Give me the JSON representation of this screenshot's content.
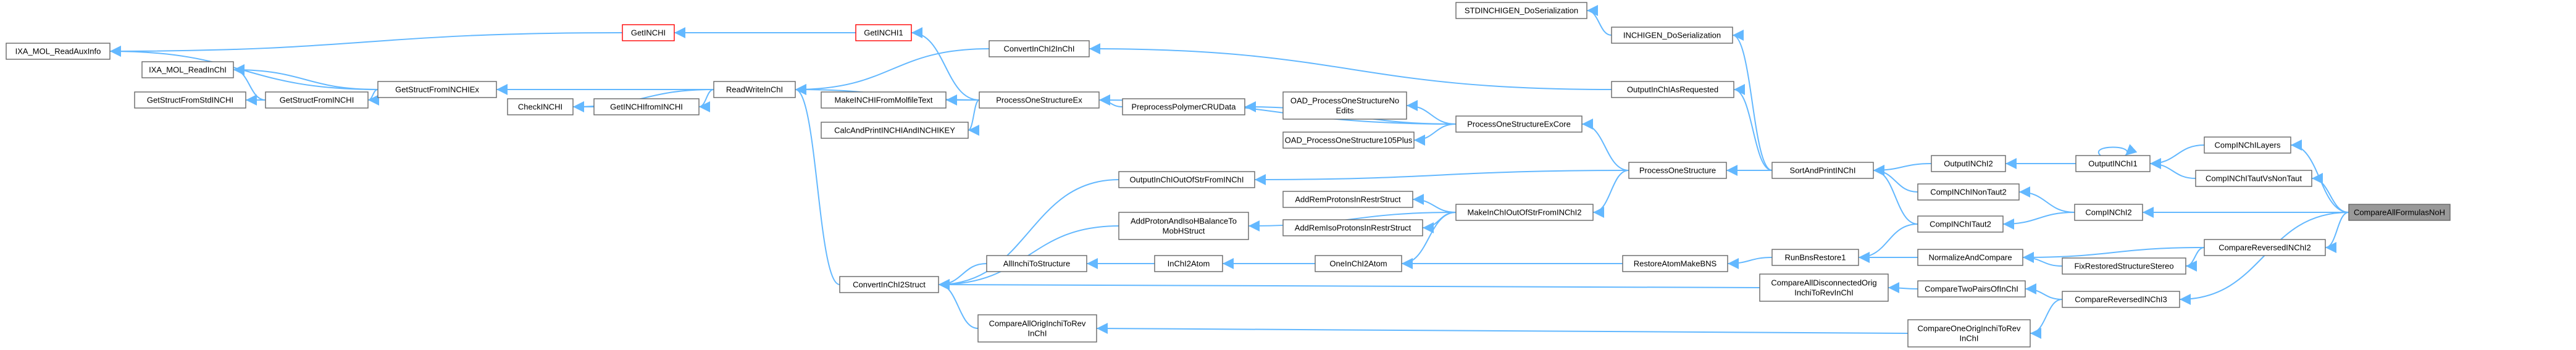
{
  "graph": {
    "title": "",
    "colors": {
      "edge": "#63b8ff",
      "node_border": "#666666",
      "node_fill": "#ffffff",
      "highlight_border": "#ff0000",
      "root_fill": "#999999"
    },
    "nodes": {
      "n_ixa_readaux": "IXA_MOL_ReadAuxInfo",
      "n_ixa_readinchi": "IXA_MOL_ReadInChI",
      "n_gsfsi": "GetStructFromStdINCHI",
      "n_gsfi": "GetStructFromINCHI",
      "n_gsfiex": "GetStructFromINCHIEx",
      "n_getinchi": "GetINCHI",
      "n_getinchi1": "GetINCHI1",
      "n_checkinchi": "CheckINCHI",
      "n_getinchifrominchi": "GetINCHIfromINCHI",
      "n_readwrite": "ReadWriteInChI",
      "n_convinchi": "ConvertInChI2InChI",
      "n_makefrommol": "MakeINCHIFromMolfileText",
      "n_calcandprint": "CalcAndPrintINCHIAndINCHIKEY",
      "n_pose": "ProcessOneStructureEx",
      "n_prepoly": "PreprocessPolymerCRUData",
      "n_oadnoedits": [
        "OAD_ProcessOneStructureNo",
        "Edits"
      ],
      "n_oad105": "OAD_ProcessOneStructure105Plus",
      "n_posecore": "ProcessOneStructureExCore",
      "n_stddoser": "STDINCHIGEN_DoSerialization",
      "n_inchigen": "INCHIGEN_DoSerialization",
      "n_outreq": "OutputInChIAsRequested",
      "n_pos": "ProcessOneStructure",
      "n_sortprint": "SortAndPrintINChI",
      "n_outinchi2": "OutputINChI2",
      "n_outinchi1": "OutputINChI1",
      "n_compinchilayers": "CompINChILayers",
      "n_compinchitaut": "CompINChITautVsNonTaut",
      "n_compinchinontaut2": "CompINChINonTaut2",
      "n_compinchitaut2": "CompINChITaut2",
      "n_compinchi2": "CompINChI2",
      "n_compareall": "CompareAllFormulasNoH",
      "n_outofstr": "OutputInChIOutOfStrFromINChI",
      "n_addrem": "AddRemProtonsInRestrStruct",
      "n_addproton": [
        "AddProtonAndIsoHBalanceTo",
        "MobHStruct"
      ],
      "n_addremiso": "AddRemIsoProtonsInRestrStruct",
      "n_makeoutof": "MakeInChIOutOfStrFromINChI2",
      "n_convstruct": "ConvertInChI2Struct",
      "n_allinchi": "AllInchiToStructure",
      "n_inchi2atom": "InChI2Atom",
      "n_oneinchi": "OneInChI2Atom",
      "n_restoremake": "RestoreAtomMakeBNS",
      "n_runbns": "RunBnsRestore1",
      "n_normalize": "NormalizeAndCompare",
      "n_fixrestored": "FixRestoredStructureStereo",
      "n_comparerev": "CompareReversedINChI2",
      "n_comparealldisc": [
        "CompareAllDisconnectedOrig",
        "InchiToRevInChI"
      ],
      "n_comparetwo": "CompareTwoPairsOfInChI",
      "n_comparerev3": "CompareReversedINChI3",
      "n_compareorig": [
        "CompareAllOrigInchiToRev",
        "InChI"
      ],
      "n_compareone": [
        "CompareOneOrigInchiToRev",
        "InChI"
      ]
    }
  }
}
